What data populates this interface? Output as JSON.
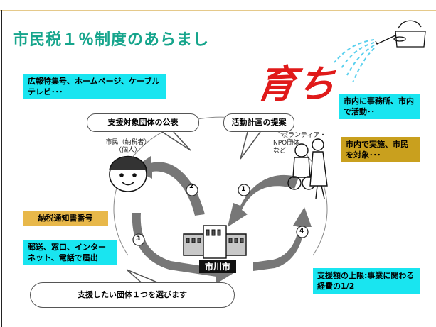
{
  "slide": {
    "title": "市民税１％制度のあらまし",
    "sodachi": "育ち",
    "bubbles": {
      "left": "支援対象団体の公表",
      "right": "活動計画の提案",
      "bottom": "支援したい団体１つを選びます"
    },
    "boxes": {
      "pr": "広報特集号、ホームページ、ケーブルテレビ･･･",
      "office": "市内に事務所、市内で活動･･",
      "target": "市内で実施、市民を対象･･･",
      "notice": "納税通知書番号",
      "submit": "郵送、窓口、インターネット、電話で届出",
      "limit": "支援額の上限:事業に関わる経費の1/2"
    },
    "labels": {
      "citizen": "市民（納税者）",
      "individual": "（個人）",
      "volunteer": "ボランティア・",
      "npo": "NPO団体",
      "etc": "など",
      "city": "市川市"
    },
    "steps": [
      "1",
      "2",
      "3",
      "4"
    ]
  }
}
